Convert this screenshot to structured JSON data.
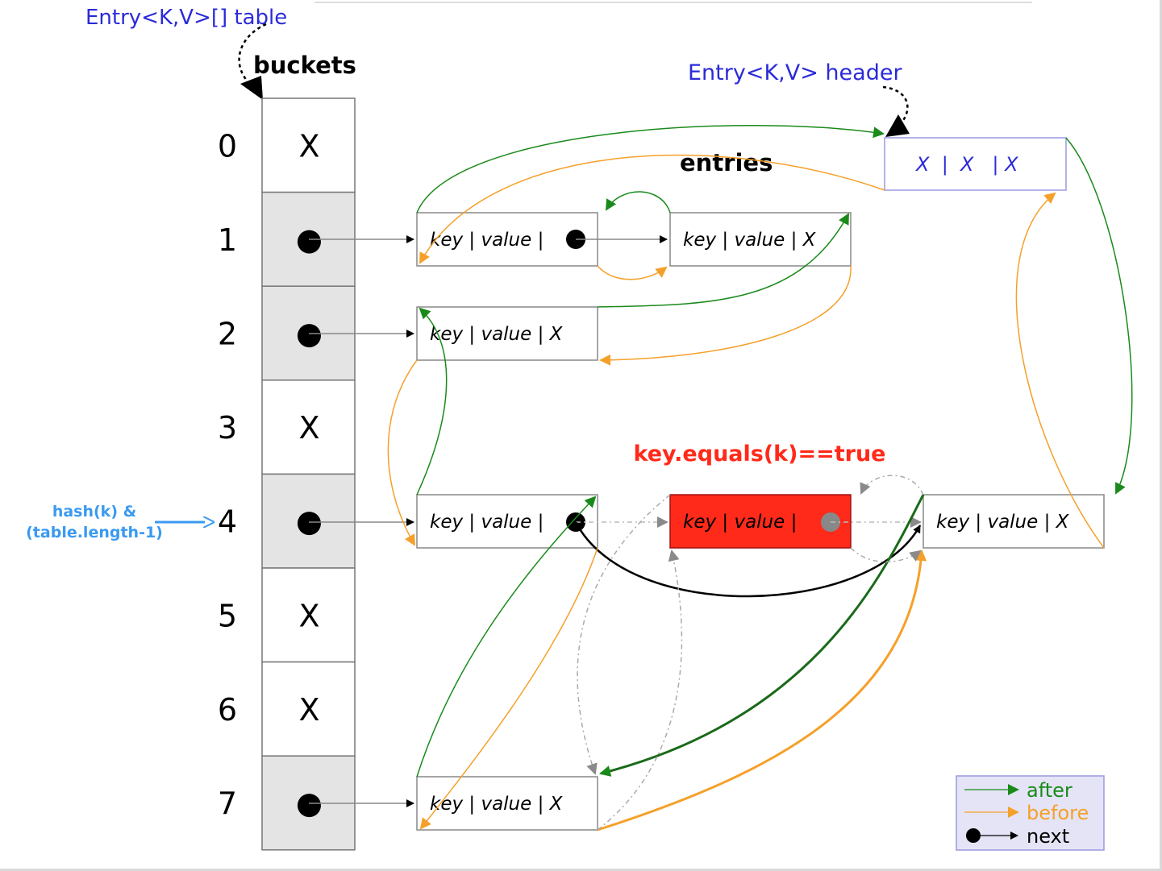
{
  "labels": {
    "table_label": "Entry<K,V>[] table",
    "buckets_title": "buckets",
    "header_label": "Entry<K,V> header",
    "entries_title": "entries",
    "hash_line1": "hash(k) &",
    "hash_line2": "(table.length-1)",
    "equals_label": "key.equals(k)==true"
  },
  "buckets": [
    {
      "index": "0",
      "content": "X"
    },
    {
      "index": "1",
      "content": "●"
    },
    {
      "index": "2",
      "content": "●"
    },
    {
      "index": "3",
      "content": "X"
    },
    {
      "index": "4",
      "content": "●"
    },
    {
      "index": "5",
      "content": "X"
    },
    {
      "index": "6",
      "content": "X"
    },
    {
      "index": "7",
      "content": "●"
    }
  ],
  "header_entry": {
    "text": "X  |  X   | X"
  },
  "entries": {
    "e1a": "key | value |",
    "e1b": "key | value |  X",
    "e2": "key | value |  X",
    "e4a": "key | value |",
    "e4b": "key | value |",
    "e4c": "key | value |  X",
    "e7": "key | value |  X"
  },
  "legend": {
    "after": "after",
    "before": "before",
    "next": "next"
  },
  "colors": {
    "after": "#1a8a1a",
    "before": "#f5a02a",
    "next": "#000000",
    "header_text": "#2b2bd9",
    "hash_text": "#3a9af0",
    "highlight": "#ff2a1a",
    "bucket_filled": "#e4e4e4"
  }
}
